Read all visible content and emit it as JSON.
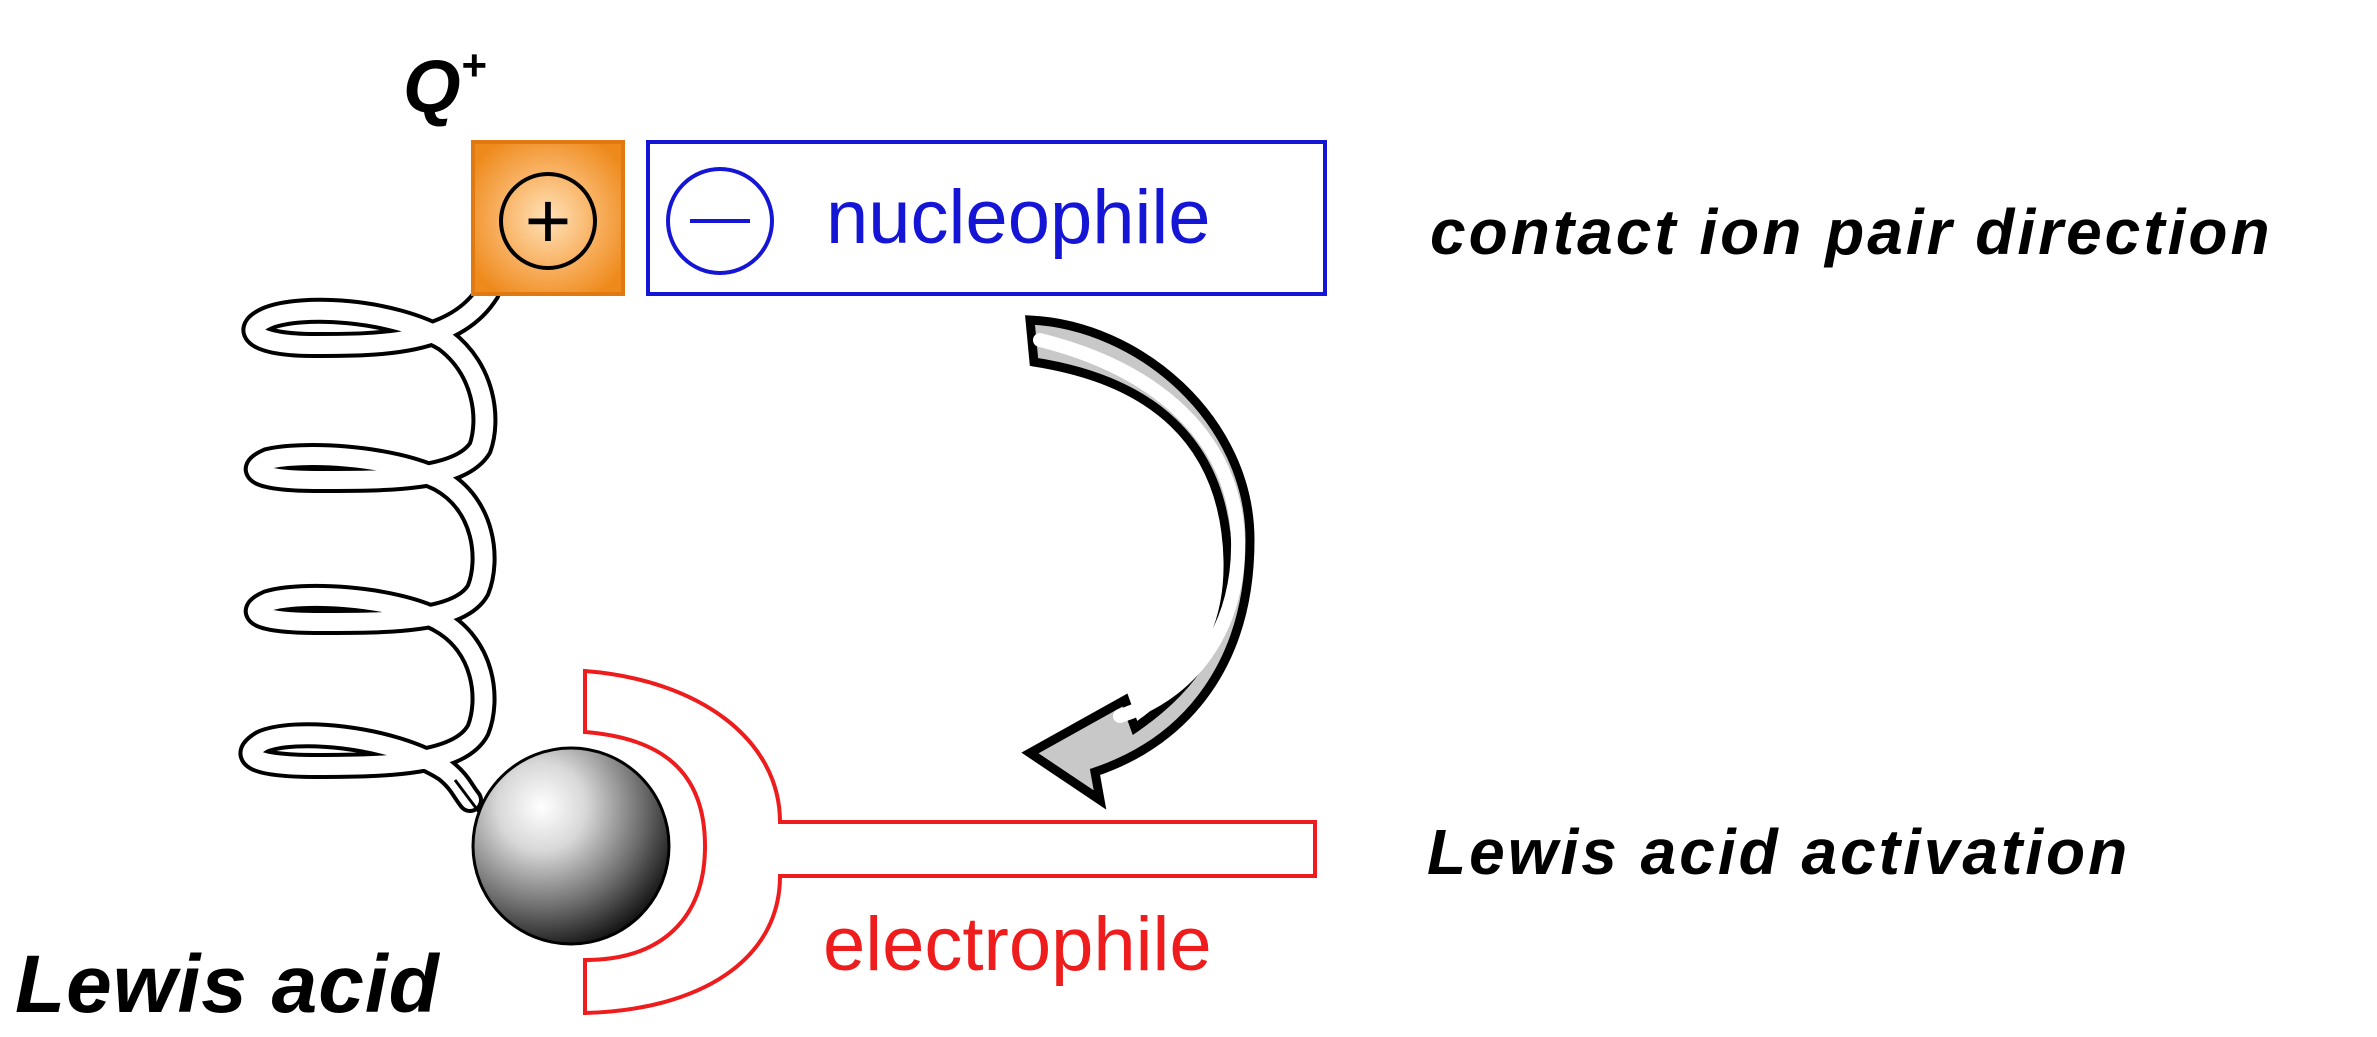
{
  "labels": {
    "q_plus": "Q",
    "q_plus_superscript": "+",
    "nucleophile": "nucleophile",
    "electrophile": "electrophile",
    "lewis_acid": "Lewis acid",
    "contact_ion_pair": "contact ion pair direction",
    "lewis_acid_activation": "Lewis acid activation"
  },
  "symbols": {
    "plus": "+",
    "minus": "−"
  },
  "colors": {
    "cation_box": "#f39a2b",
    "nucleophile": "#1515d6",
    "electrophile": "#ee1c1c",
    "arrow_fill": "#c8c8c8",
    "text": "#000000"
  }
}
